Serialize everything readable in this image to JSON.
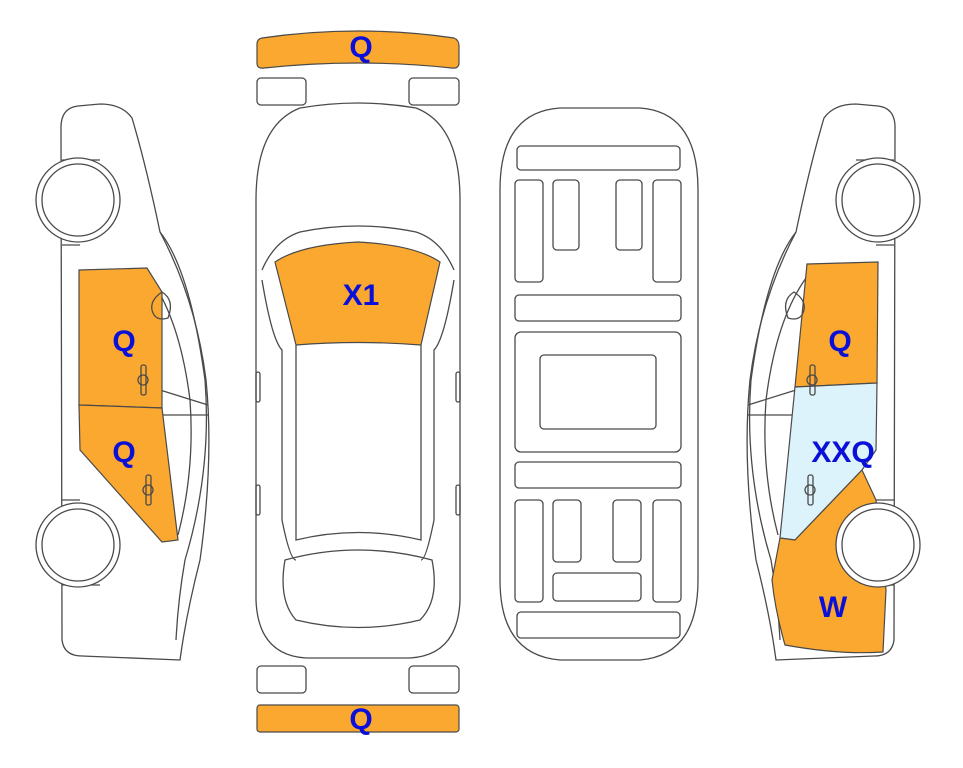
{
  "colors": {
    "damage_orange": "#FBA830",
    "damage_light_blue": "#DDF3FB",
    "label_blue": "#0A10D8"
  },
  "labels": {
    "front_bumper": "Q",
    "windshield": "X1",
    "left_front_door": "Q",
    "left_rear_door": "Q",
    "right_front_door": "Q",
    "right_rear_door": "XXQ",
    "right_rear_quarter": "W",
    "rear_bumper": "Q"
  }
}
